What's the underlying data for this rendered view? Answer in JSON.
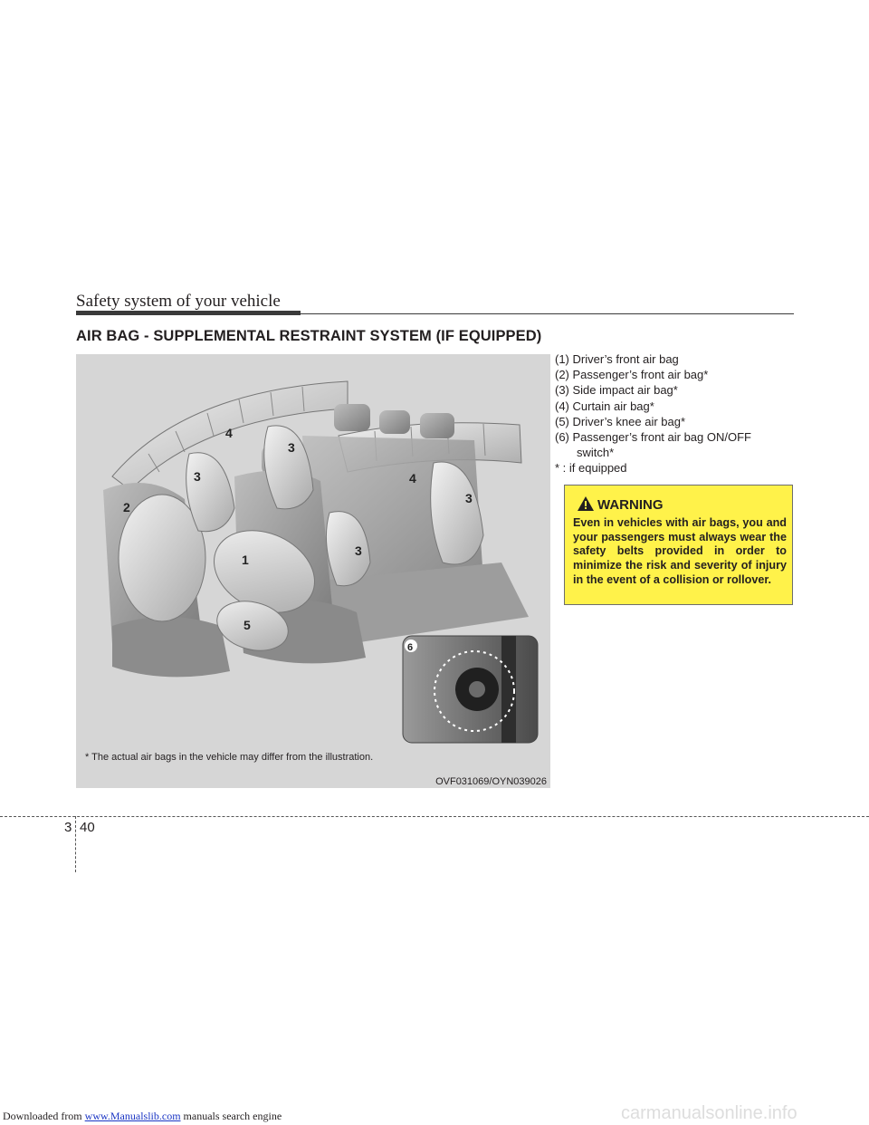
{
  "header": {
    "title": "Safety system of your vehicle"
  },
  "section": {
    "title": "AIR BAG - SUPPLEMENTAL RESTRAINT SYSTEM (IF EQUIPPED)"
  },
  "figure": {
    "note": "* The actual air bags in the vehicle may differ from the illustration.",
    "code": "OVF031069/OYN039026",
    "callouts": [
      "4",
      "3",
      "3",
      "2",
      "4",
      "3",
      "3",
      "1",
      "5",
      "6"
    ]
  },
  "list": {
    "items": [
      {
        "text": "(1) Driver’s front air bag"
      },
      {
        "text": "(2) Passenger’s front air bag*"
      },
      {
        "text": "(3) Side impact air bag*"
      },
      {
        "text": "(4) Curtain air bag*"
      },
      {
        "text": "(5) Driver’s knee air bag*"
      },
      {
        "text": "(6) Passenger’s front air bag ON/OFF",
        "cont": "switch*"
      },
      {
        "text": "* : if equipped"
      }
    ]
  },
  "warning": {
    "title": "WARNING",
    "body": "Even in vehicles with air bags, you and your passengers must always wear the safety belts provided in order to minimize the risk and severity of injury in the event of a collision or rollover.",
    "icon": "warning-triangle-icon",
    "background_color": "#fff24a"
  },
  "page": {
    "chapter": "3",
    "number": "40"
  },
  "footer": {
    "prefix": "Downloaded from ",
    "link": "www.Manualslib.com",
    "suffix": " manuals search engine",
    "watermark": "carmanualsonline.info"
  }
}
